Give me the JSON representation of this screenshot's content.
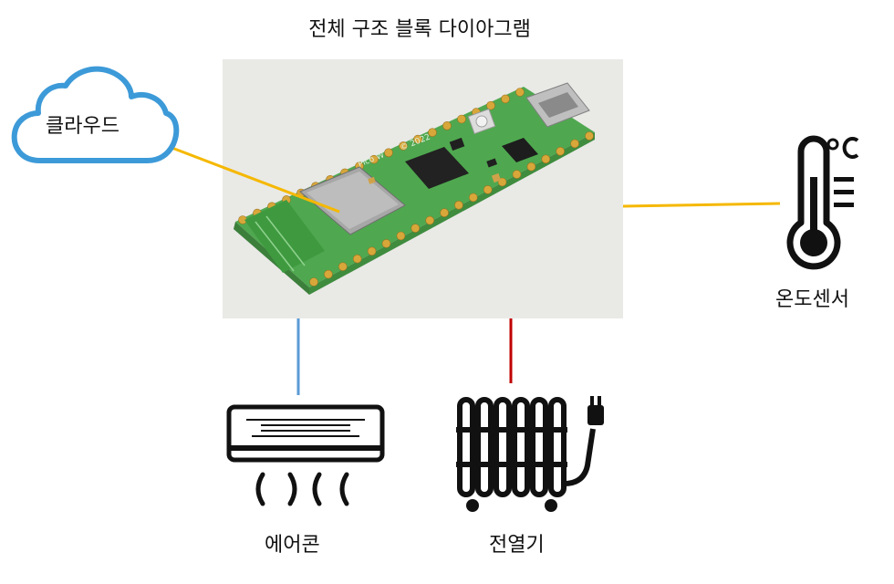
{
  "diagram": {
    "title": "전체 구조 블록 다이아그램",
    "nodes": {
      "cloud": {
        "label": "클라우드",
        "icon": "cloud-icon"
      },
      "board": {
        "icon": "raspberry-pi-pico-w-board",
        "silkscreen": "Pico W © 2022"
      },
      "temperature_sensor": {
        "label": "온도센서",
        "icon": "thermometer-icon",
        "unit_text": "°C"
      },
      "air_conditioner": {
        "label": "에어콘",
        "icon": "air-conditioner-icon"
      },
      "heater": {
        "label": "전열기",
        "icon": "oil-heater-icon"
      }
    },
    "connections": [
      {
        "from": "board",
        "to": "cloud",
        "color": "#f5b800"
      },
      {
        "from": "board",
        "to": "temperature_sensor",
        "color": "#f5b800"
      },
      {
        "from": "board",
        "to": "air_conditioner",
        "color": "#5b9bd5"
      },
      {
        "from": "board",
        "to": "heater",
        "color": "#c00000"
      }
    ],
    "colors": {
      "cloud_outline": "#3d9ad8",
      "board_green": "#5cb85c",
      "pad_gold": "#d8a73a",
      "photo_background": "#e9e9e6",
      "icon_black": "#111111"
    }
  }
}
